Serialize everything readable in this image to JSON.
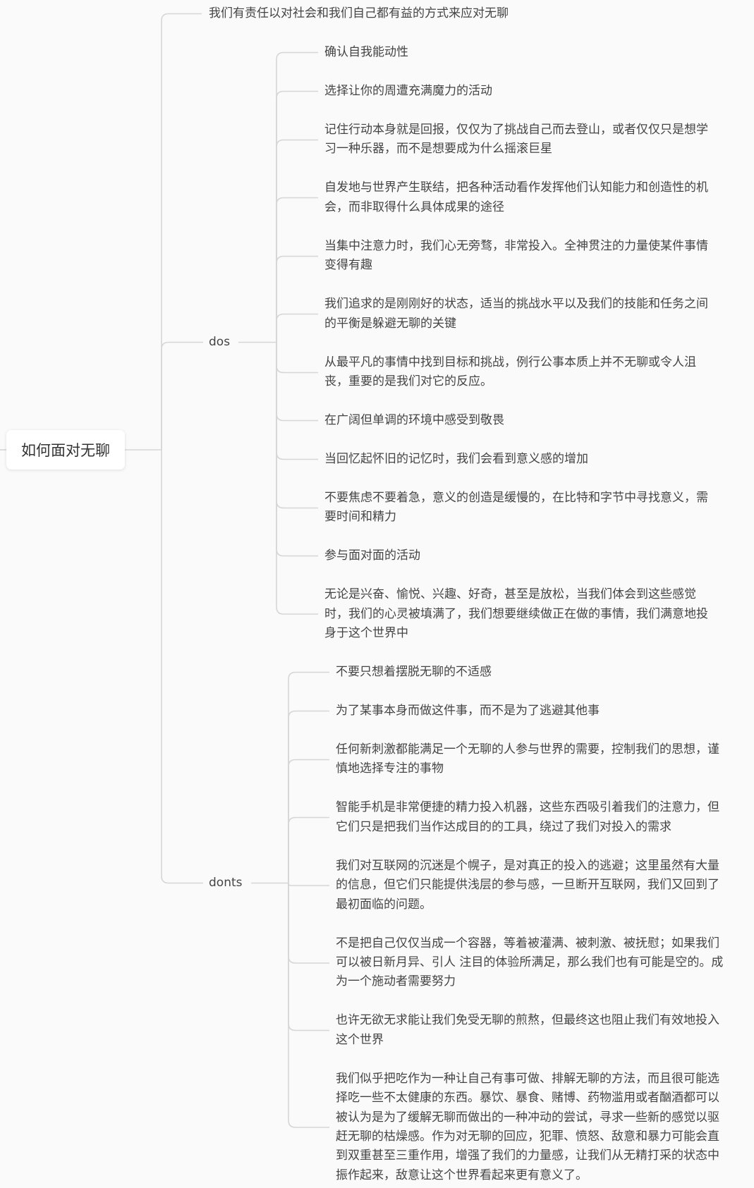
{
  "root": "如何面对无聊",
  "top_item": "我们有责任以对社会和我们自己都有益的方式来应对无聊",
  "dos": {
    "label": "dos",
    "items": [
      "确认自我能动性",
      "选择让你的周遭充满魔力的活动",
      "记住行动本身就是回报，仅仅为了挑战自己而去登山，或者仅仅只是想学习一种乐器，而不是想要成为什么摇滚巨星",
      "自发地与世界产生联结，把各种活动看作发挥他们认知能力和创造性的机会，而非取得什么具体成果的途径",
      "当集中注意力时，我们心无旁骛，非常投入。全神贯注的力量使某件事情变得有趣",
      "我们追求的是刚刚好的状态，适当的挑战水平以及我们的技能和任务之间的平衡是躲避无聊的关键",
      "从最平凡的事情中找到目标和挑战，例行公事本质上并不无聊或令人沮丧，重要的是我们对它的反应。",
      "在广阔但单调的环境中感受到敬畏",
      "当回忆起怀旧的记忆时，我们会看到意义感的增加",
      "不要焦虑不要着急，意义的创造是缓慢的，在比特和字节中寻找意义，需要时间和精力",
      "参与面对面的活动",
      "无论是兴奋、愉悦、兴趣、好奇，甚至是放松，当我们体会到这些感觉时，我们的心灵被填满了，我们想要继续做正在做的事情，我们满意地投身于这个世界中"
    ]
  },
  "donts": {
    "label": "donts",
    "items": [
      "不要只想着摆脱无聊的不适感",
      "为了某事本身而做这件事，而不是为了逃避其他事",
      "任何新刺激都能满足一个无聊的人参与世界的需要，控制我们的思想，谨慎地选择专注的事物",
      "智能手机是非常便捷的精力投入机器，这些东西吸引着我们的注意力，但它们只是把我们当作达成目的的工具，绕过了我们对投入的需求",
      "我们对互联网的沉迷是个幌子，是对真正的投入的逃避；这里虽然有大量的信息，但它们只能提供浅层的参与感，一旦断开互联网，我们又回到了最初面临的问题。",
      "不是把自己仅仅当成一个容器，等着被灌满、被刺激、被抚慰；如果我们可以被日新月异、引人 注目的体验所满足，那么我们也有可能是空的。成为一个施动者需要努力",
      "也许无欲无求能让我们免受无聊的煎熬，但最终这也阻止我们有效地投入这个世界",
      "我们似乎把吃作为一种让自己有事可做、排解无聊的方法，而且很可能选择吃一些不太健康的东西。暴饮、暴食、赌博、药物滥用或者酗酒都可以被认为是为了缓解无聊而做出的一种冲动的尝试，寻求一些新的感觉以驱赶无聊的枯燥感。作为对无聊的回应，犯罪、愤怒、敌意和暴力可能会直到双重甚至三重作用，增强了我们的力量感，让我们从无精打采的状态中振作起来，敌意让这个世界看起来更有意义了。"
    ]
  },
  "colors": {
    "line": "#d6d6d6",
    "text": "#444444",
    "background": "#fafafa"
  }
}
